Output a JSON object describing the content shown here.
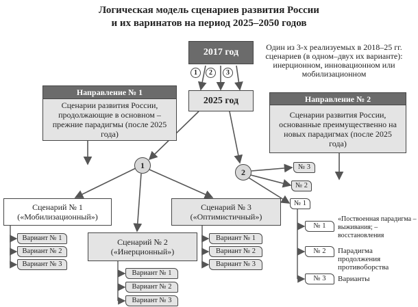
{
  "title": [
    "Логическая модель сценариев развития России",
    "и их варинатов на период 2025–2050 годов"
  ],
  "year_start": "2017 год",
  "year_mid": "2025 год",
  "paths": [
    "1",
    "2",
    "3"
  ],
  "note": "Один из 3-х реализуемых в 2018–25 гг. сценариев (в одном–двух их варианте): инерционном, инновационном или мобилизационном",
  "dir1": {
    "header": "Направление № 1",
    "body": "Сценарии развития России, продолжающие в основном – прежние парадигмы (после 2025 года)"
  },
  "dir2": {
    "header": "Направление № 2",
    "body": "Сценарии развития России, основанные преимущественно на новых парадигмах (после 2025 года)"
  },
  "node1": "1",
  "node2": "2",
  "scenarios": [
    {
      "label": "Сценарий № 1 («Мобилизационный»)",
      "variants": [
        "Вариант № 1",
        "Вариант № 2",
        "Вариант № 3"
      ]
    },
    {
      "label": "Сценарий № 2 («Инерционный»)",
      "variants": [
        "Вариант № 1",
        "Вариант № 2",
        "Вариант № 3"
      ]
    },
    {
      "label": "Сценарий № 3 («Оптимистичный»)",
      "variants": [
        "Вариант № 1",
        "Вариант № 2",
        "Вариант № 3"
      ]
    }
  ],
  "dir2_branches": [
    "№ 3",
    "№ 2",
    "№ 1"
  ],
  "dir2_sub": [
    {
      "label": "№ 1",
      "desc": "«Поствоенная парадигма –выживания; – восстановления"
    },
    {
      "label": "№ 2",
      "desc": "Парадигма продолжения противоборства"
    },
    {
      "label": "№ 3",
      "desc": "Варианты"
    }
  ]
}
